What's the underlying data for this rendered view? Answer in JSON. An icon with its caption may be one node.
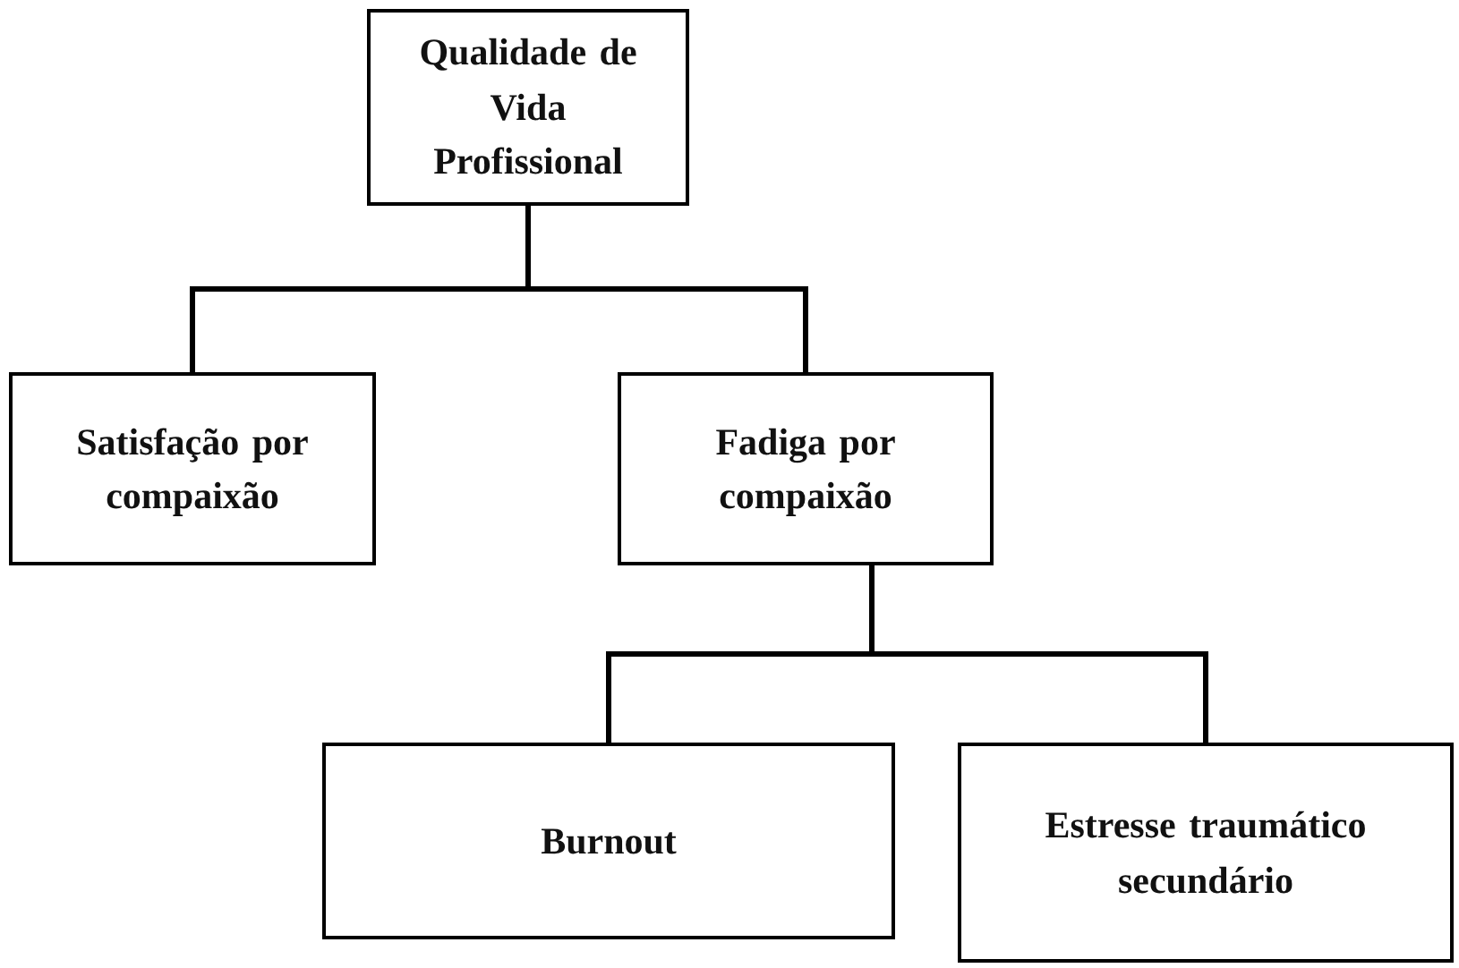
{
  "diagram": {
    "nodes": [
      {
        "text": [
          "Qualidade de Vida Profissional"
        ]
      },
      {
        "text": [
          "Satisfação por compaixão"
        ]
      },
      {
        "text": [
          "Fadiga por compaixão"
        ]
      },
      {
        "text": [
          "Burnout"
        ]
      },
      {
        "text": [
          "Estresse traumático secundário"
        ]
      }
    ],
    "edges": [
      {
        "from": 0,
        "to": 1,
        "arrow": "none"
      },
      {
        "from": 0,
        "to": 2,
        "arrow": "none"
      },
      {
        "from": 2,
        "to": 3,
        "arrow": "none"
      },
      {
        "from": 2,
        "to": 4,
        "arrow": "none"
      }
    ]
  }
}
